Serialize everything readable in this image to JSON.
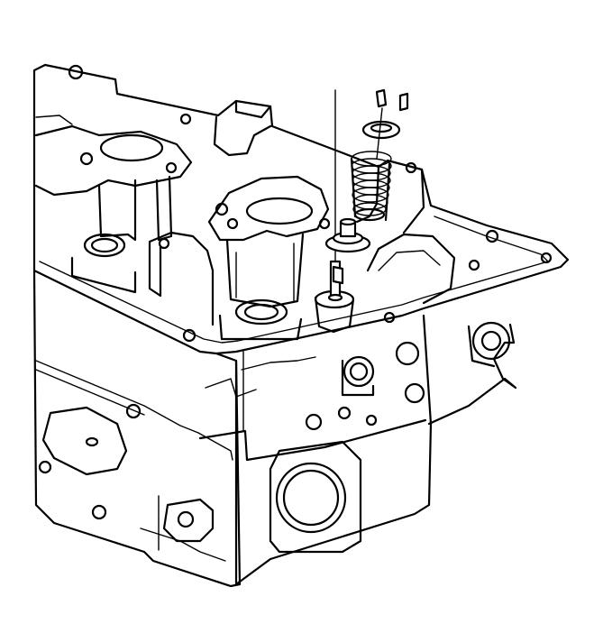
{
  "figure": {
    "subject": "",
    "parts": {
      "cylinder_head": "cylinder-head",
      "valve_keepers": "valve-keepers",
      "valve_spring_retainer": "valve-spring-retainer",
      "valve_spring": "valve-spring",
      "valve_stem_seal": "valve-stem-seal",
      "valve_stem": "valve-stem"
    },
    "colors": {
      "line": "#000000",
      "background": "#ffffff"
    }
  }
}
